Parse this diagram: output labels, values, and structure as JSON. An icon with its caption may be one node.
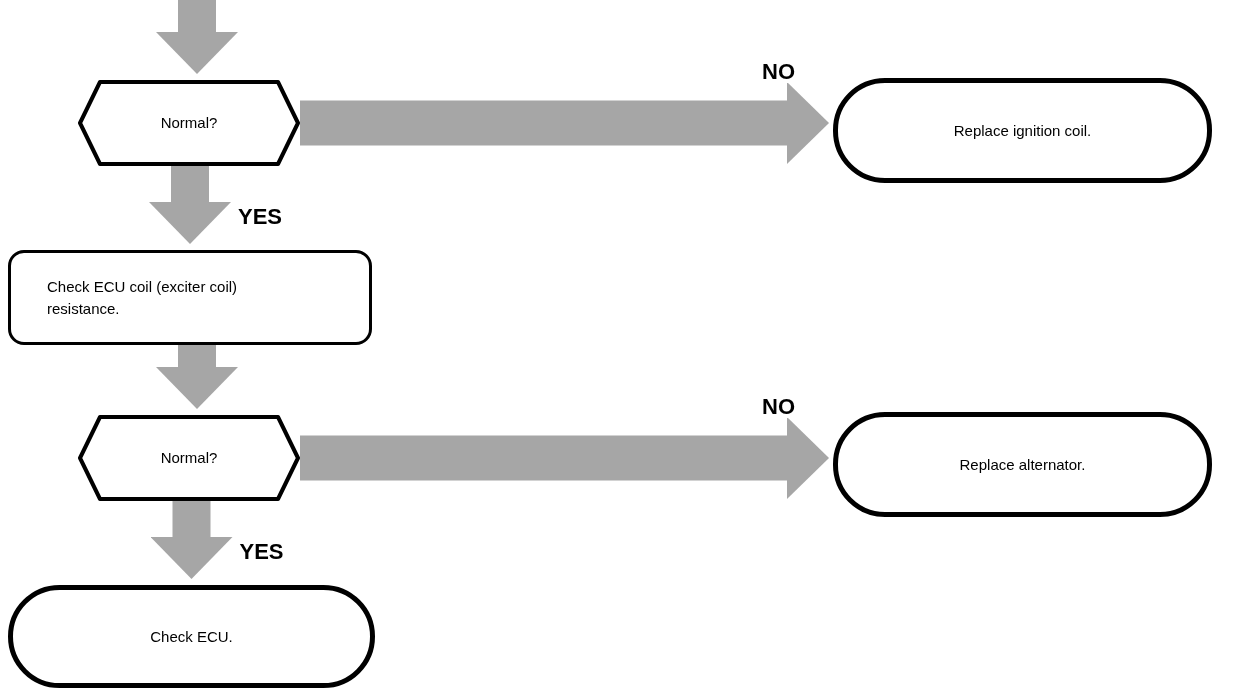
{
  "diagram": {
    "nodes": [
      {
        "text": [
          "Normal?"
        ]
      },
      {
        "text": [
          "Replace ignition coil."
        ]
      },
      {
        "text": [
          "Check ECU coil (exciter coil) resistance."
        ]
      },
      {
        "text": [
          "Normal?"
        ]
      },
      {
        "text": [
          "Replace alternator."
        ]
      },
      {
        "text": [
          "Check ECU."
        ]
      }
    ],
    "edges": [
      {
        "from": null,
        "to": 0,
        "arrow": "to"
      },
      {
        "from": 0,
        "to": 1,
        "arrow": "to",
        "label": "NO"
      },
      {
        "from": 0,
        "to": 2,
        "arrow": "to",
        "label": "YES"
      },
      {
        "from": 2,
        "to": 3,
        "arrow": "to"
      },
      {
        "from": 3,
        "to": 4,
        "arrow": "to",
        "label": "NO"
      },
      {
        "from": 3,
        "to": 5,
        "arrow": "to",
        "label": "YES"
      }
    ]
  }
}
